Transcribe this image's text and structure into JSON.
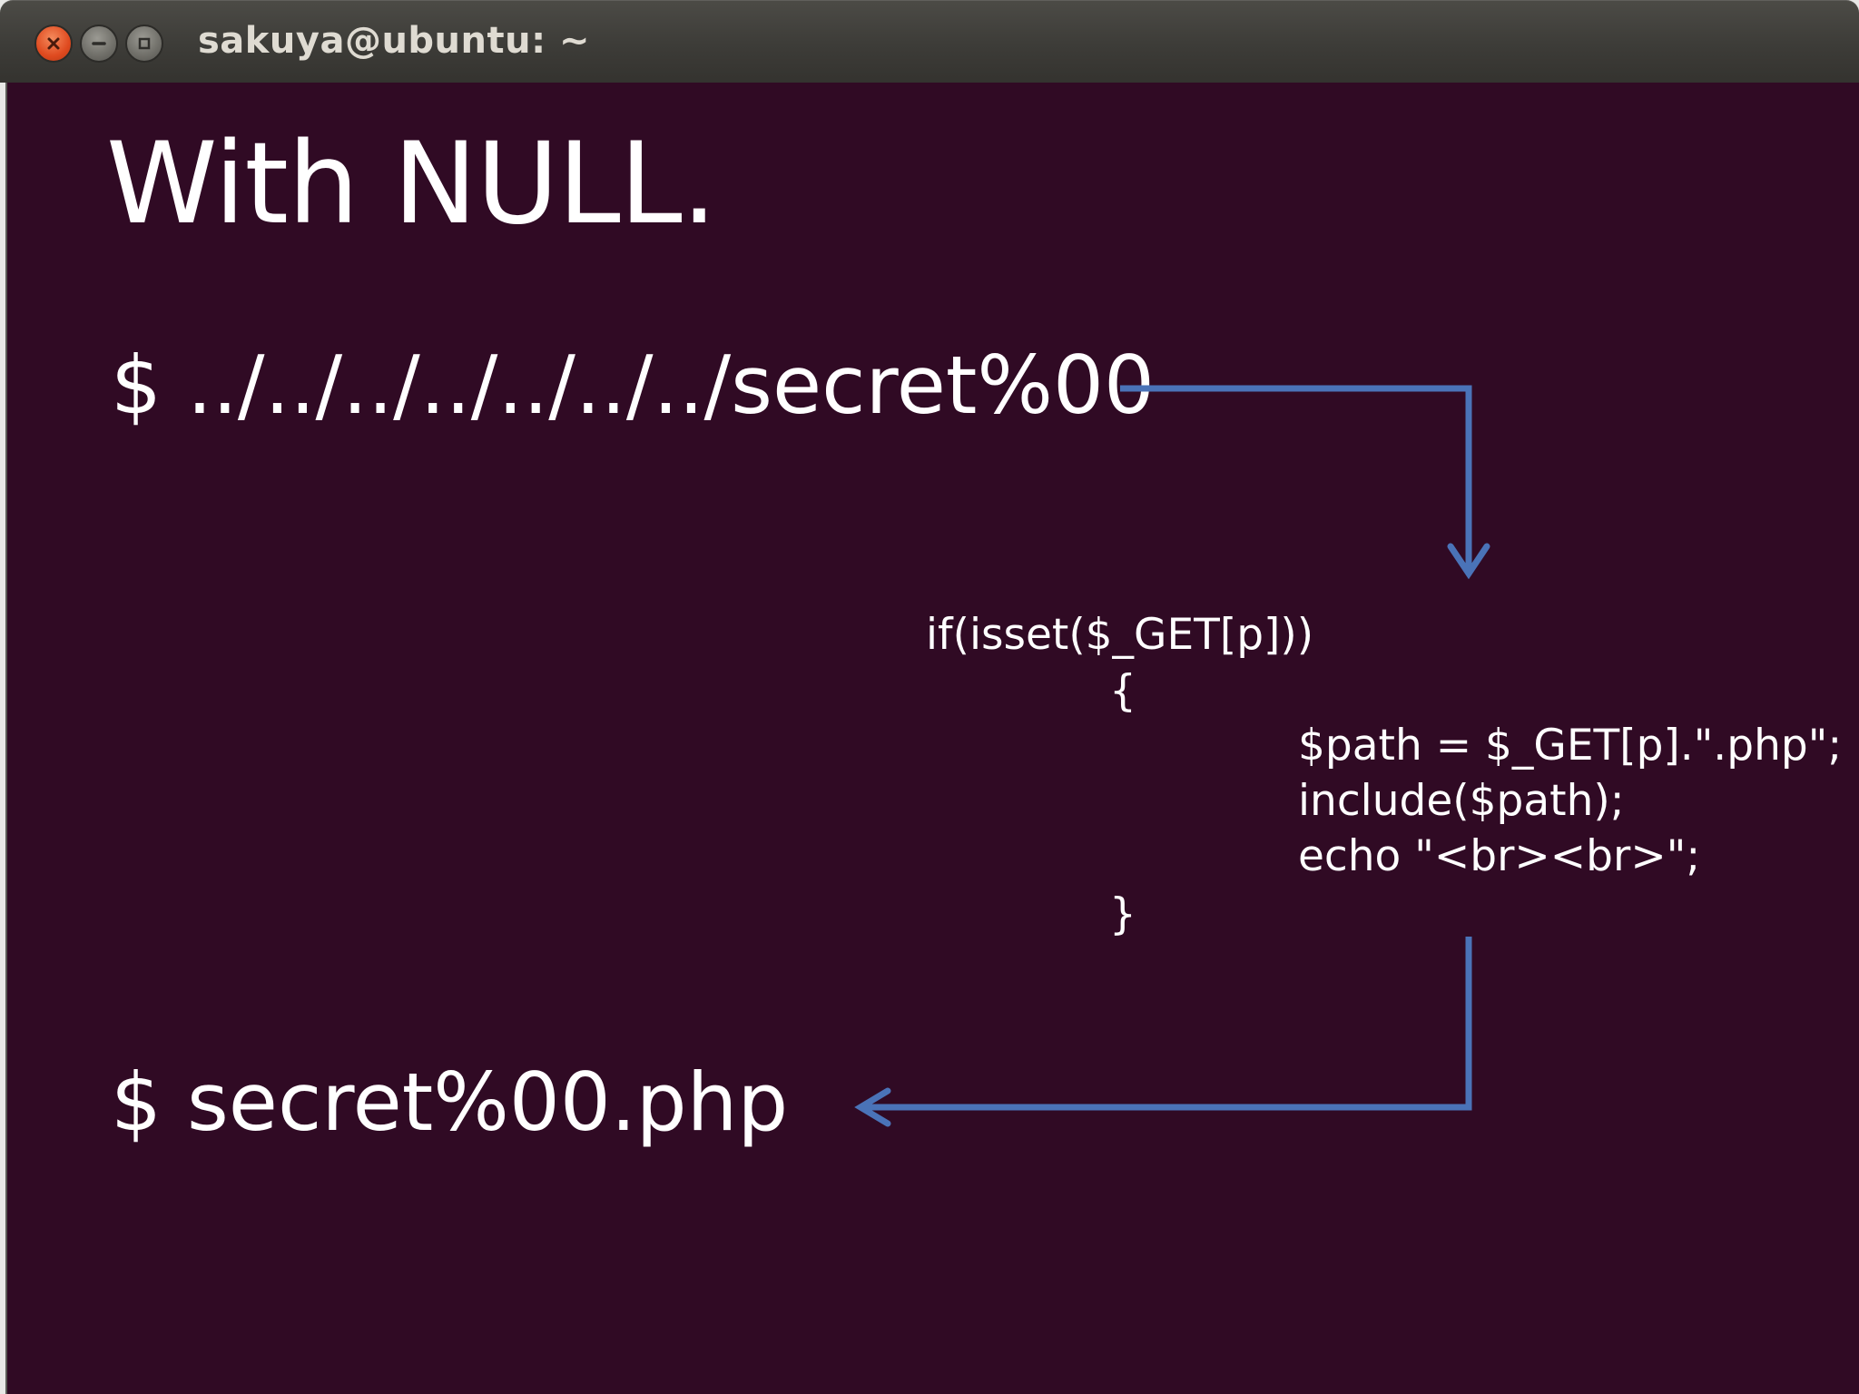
{
  "window": {
    "title": "sakuya@ubuntu: ~",
    "close_icon": "×",
    "minimize_icon": "–",
    "maximize_icon": "□"
  },
  "slide": {
    "heading": "With NULL.",
    "command_input": "$ ../../../../../../../secret%00",
    "command_result": "$ secret%00.php",
    "code": {
      "if_line": "if(isset($_GET[p]))",
      "open_brace": "{",
      "path_line": "$path = $_GET[p].\".php\";",
      "include_line": "include($path);",
      "echo_line": "echo \"<br><br>\";",
      "close_brace": "}"
    }
  },
  "colors": {
    "terminal_background": "#300a24",
    "text": "#ffffff",
    "arrow": "#4a73b8",
    "close_button": "#df4a1f",
    "titlebar": "#3d3c38"
  },
  "icons": [
    "close-icon",
    "minimize-icon",
    "maximize-icon",
    "arrow-right-down-icon",
    "arrow-down-left-icon"
  ]
}
